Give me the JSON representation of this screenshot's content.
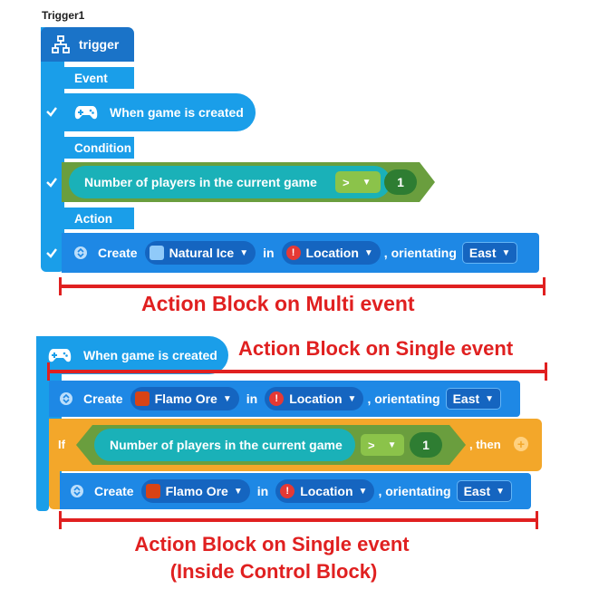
{
  "top_label": "Trigger1",
  "trigger": {
    "title": "trigger",
    "sections": {
      "event": "Event",
      "condition": "Condition",
      "action": "Action"
    }
  },
  "multi": {
    "event_label": "When game is created",
    "condition": {
      "text": "Number of players in the current game",
      "operator": ">",
      "value": "1"
    },
    "action": {
      "create_label": "Create",
      "item": "Natural Ice",
      "in_label": "in",
      "location": "Location",
      "orient_label": ", orientating",
      "direction": "East"
    }
  },
  "single": {
    "event_label": "When game is created",
    "action1": {
      "create_label": "Create",
      "item": "Flamo Ore",
      "in_label": "in",
      "location": "Location",
      "orient_label": ", orientating",
      "direction": "East"
    },
    "if_block": {
      "if_label": "If",
      "condition_text": "Number of players in the current game",
      "operator": ">",
      "value": "1",
      "then_label": ", then"
    },
    "action2": {
      "create_label": "Create",
      "item": "Flamo Ore",
      "in_label": "in",
      "location": "Location",
      "orient_label": ", orientating",
      "direction": "East"
    }
  },
  "annotations": {
    "multi": "Action Block on Multi event",
    "single": "Action Block on Single event",
    "single_control_line1": "Action Block on Single event",
    "single_control_line2": "(Inside Control Block)"
  },
  "icon_names": [
    "trigger-icon",
    "gamepad-icon",
    "check-icon",
    "collapse-icon",
    "ice-block-icon",
    "ore-block-icon",
    "alert-icon",
    "caret-down-icon",
    "plus-icon"
  ],
  "colors": {
    "event_blue": "#1a9ee9",
    "header_blue": "#1a73c8",
    "action_blue": "#1e88e5",
    "condition_green": "#6a9e3e",
    "condition_teal": "#1ab1b8",
    "control_orange": "#f3a72a",
    "annotation_red": "#e02020"
  }
}
